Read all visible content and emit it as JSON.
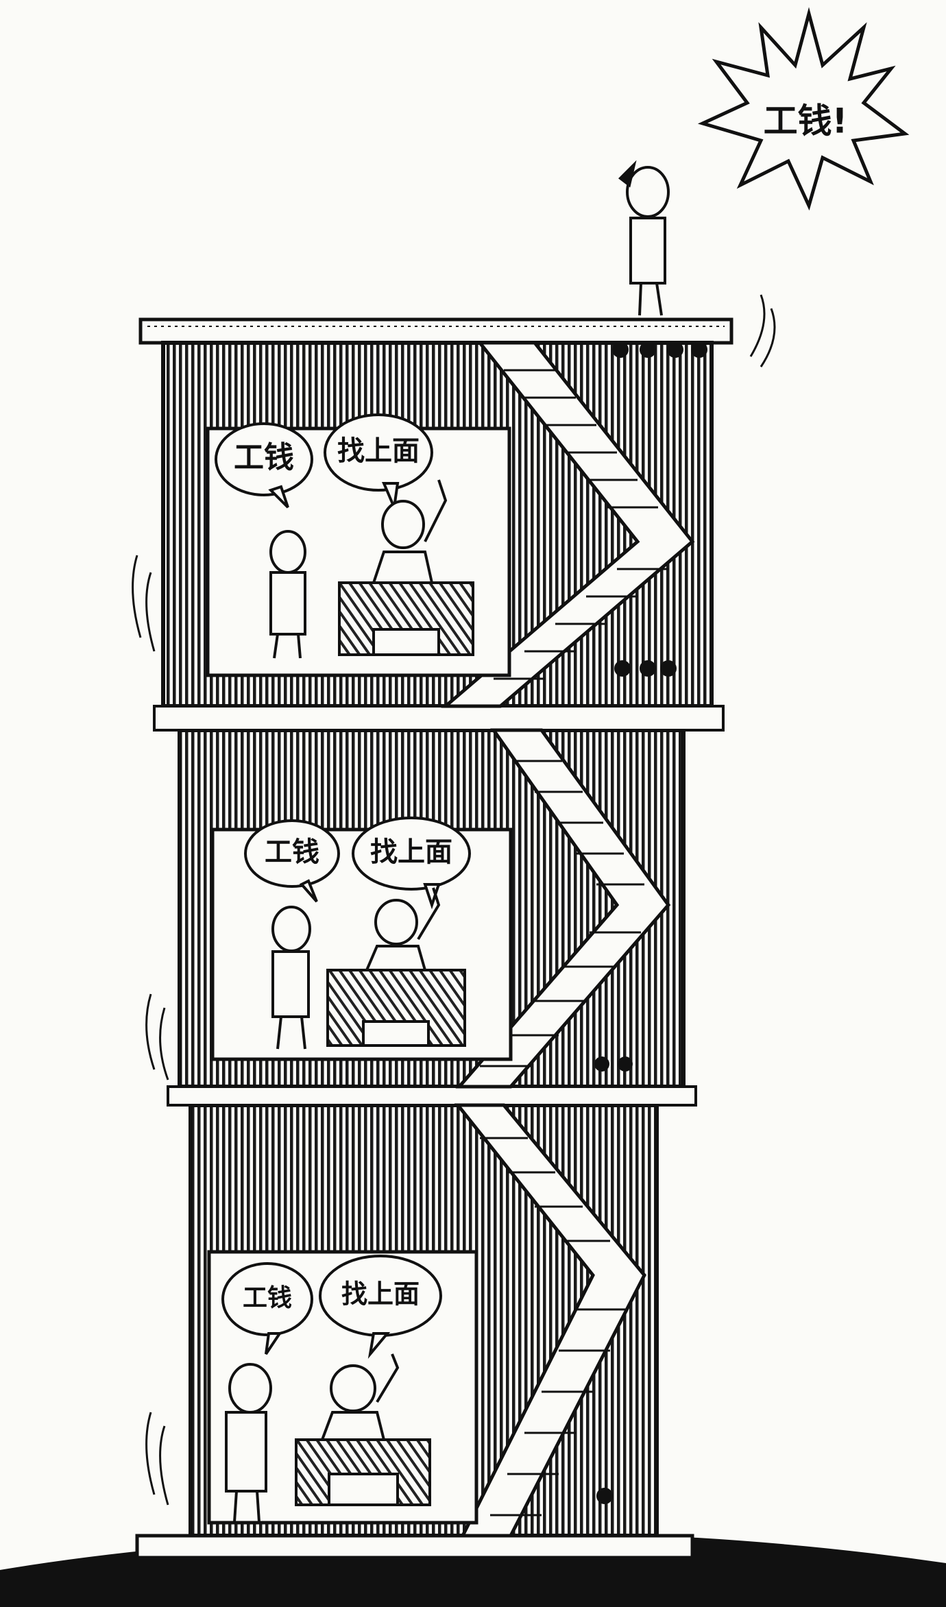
{
  "cartoon": {
    "rooftop_shout": "工钱!",
    "floors": [
      {
        "worker_speech": "工钱",
        "boss_speech": "找上面"
      },
      {
        "worker_speech": "工钱",
        "boss_speech": "找上面"
      },
      {
        "worker_speech": "工钱",
        "boss_speech": "找上面"
      }
    ]
  },
  "colors": {
    "ink": "#111111",
    "paper": "#fbfbf8"
  }
}
